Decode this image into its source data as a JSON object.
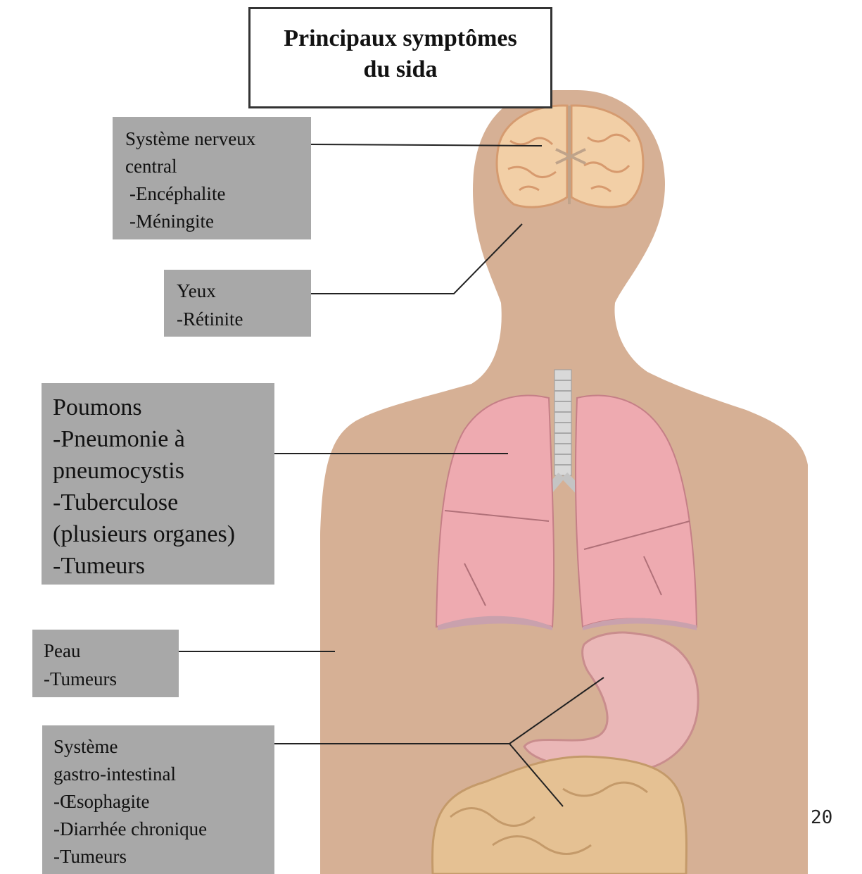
{
  "title": {
    "line1": "Principaux symptômes",
    "line2": "du sida"
  },
  "labels": {
    "cns": [
      "Système nerveux",
      "central",
      "-Encéphalite",
      "-Méningite"
    ],
    "eyes": [
      "Yeux",
      "-Rétinite"
    ],
    "lungs": [
      "Poumons",
      "-Pneumonie à",
      "pneumocystis",
      "-Tuberculose",
      "(plusieurs organes)",
      "-Tumeurs"
    ],
    "skin": [
      "Peau",
      "-Tumeurs"
    ],
    "gi": [
      "Système",
      "gastro-intestinal",
      "-Œsophagite",
      "-Diarrhée chronique",
      "-Tumeurs"
    ]
  },
  "page_number": "20",
  "colors": {
    "body": "#d6b095",
    "label_box": "#a8a8a8",
    "lungs": "#eeaab0",
    "trachea": "#d9d9d9",
    "brain": "#f2cfa6",
    "stomach": "#eab7b7",
    "intestine": "#e5c193",
    "leader_line": "#222222"
  }
}
